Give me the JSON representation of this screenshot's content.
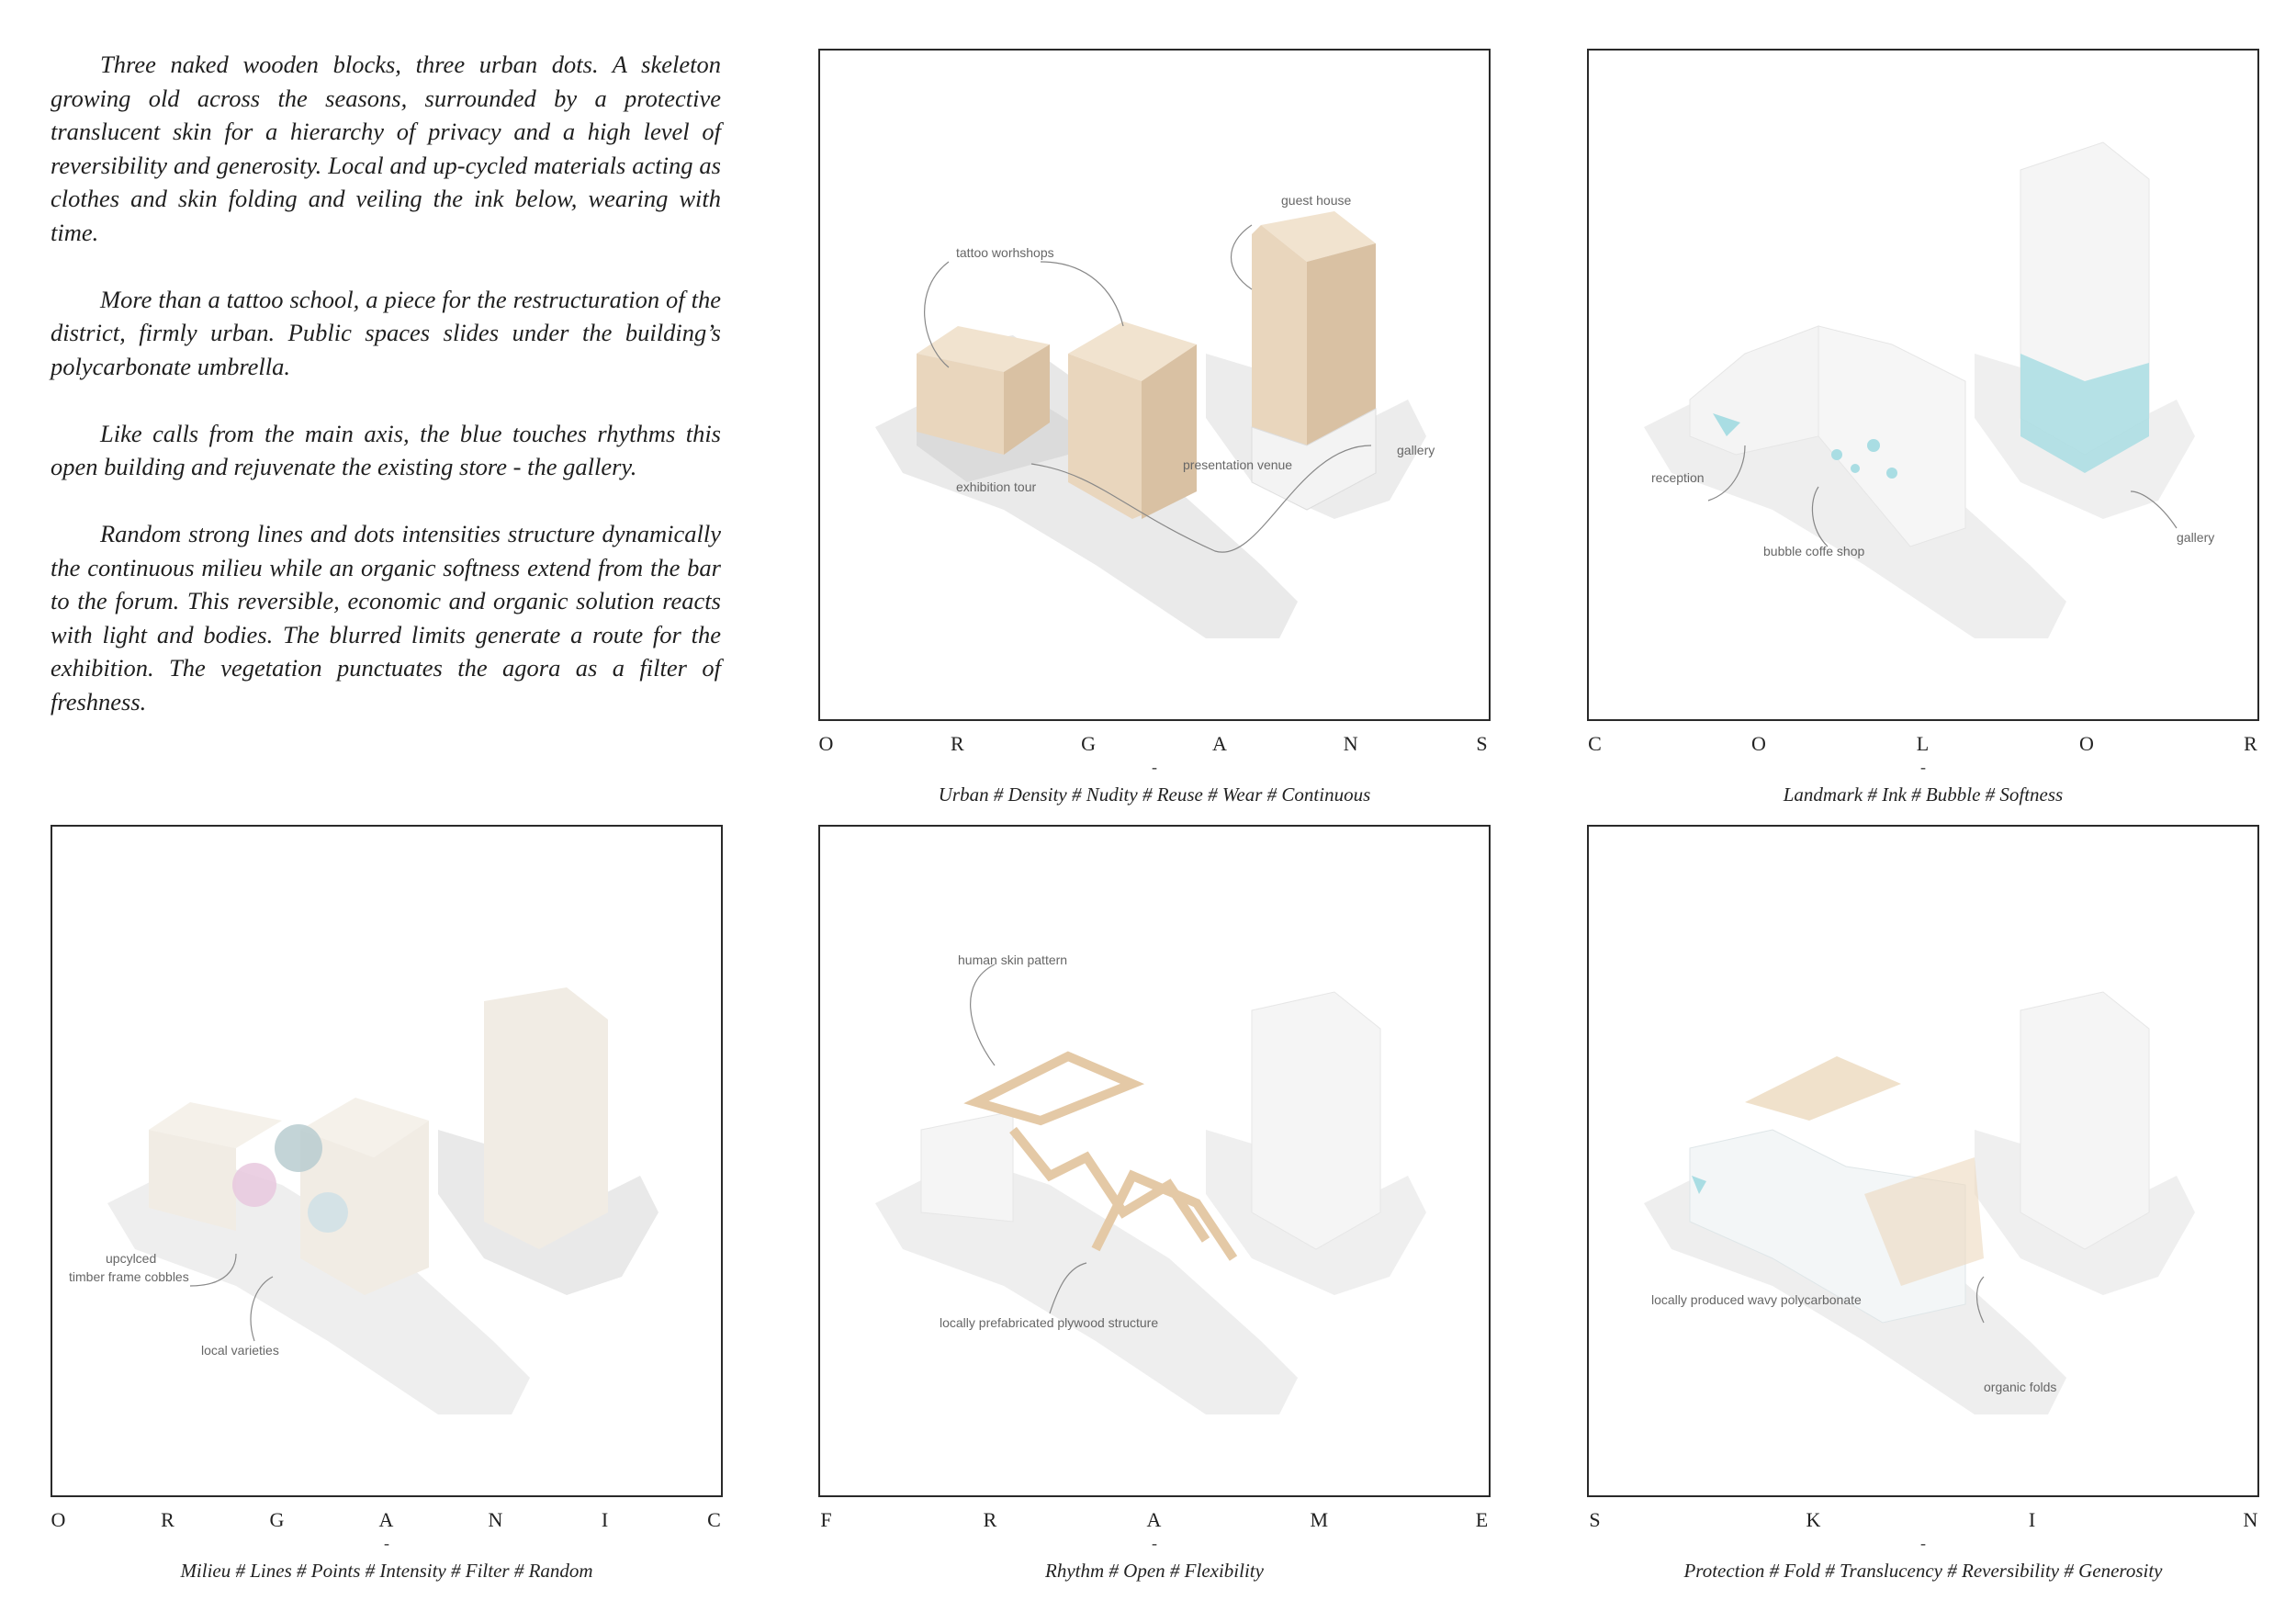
{
  "intro": {
    "paragraphs": [
      "Three naked wooden blocks, three urban dots. A skeleton growing old across the seasons, surrounded by a protective translucent skin for a hierarchy of privacy and a high level of reversibility and generosity. Local and up-cycled materials acting as clothes and skin folding and veiling the ink below, wearing with time.",
      "More than a tattoo school, a piece for the restructuration of the district, firmly urban. Public spaces slides under the building’s polycarbonate umbrella.",
      "Like calls from the main axis, the blue touches rhythms this open building and rejuvenate the existing store - the gallery.",
      "Random strong lines and dots intensities structure dynamically the continuous milieu while an organic softness extend from the bar to the forum. This reversible, economic and organic solution reacts with light and bodies. The blurred limits generate a route for the exhibition. The vegetation punctuates the agora as a filter of freshness."
    ]
  },
  "colors": {
    "wood": "#e9d6bd",
    "wood_dark": "#d9c1a3",
    "ground": "#eaeaea",
    "ghost": "#f1f1f1",
    "blue": "#a9dde3",
    "frame": "#2a2a2a"
  },
  "panels": [
    {
      "id": "organs",
      "letters": [
        "O",
        "R",
        "G",
        "A",
        "N",
        "S"
      ],
      "dash": "-",
      "keywords": "Urban # Density # Nudity # Reuse # Wear # Continuous",
      "labels": [
        "tattoo worhshops",
        "guest house",
        "exhibition tour",
        "presentation venue",
        "gallery"
      ]
    },
    {
      "id": "color",
      "letters": [
        "C",
        "O",
        "L",
        "O",
        "R"
      ],
      "dash": "-",
      "keywords": "Landmark # Ink # Bubble # Softness",
      "labels": [
        "reception",
        "bubble coffe shop",
        "gallery"
      ]
    },
    {
      "id": "organic",
      "letters": [
        "O",
        "R",
        "G",
        "A",
        "N",
        "I",
        "C"
      ],
      "dash": "-",
      "keywords": "Milieu # Lines # Points # Intensity # Filter # Random",
      "labels": [
        "upcylced",
        "timber frame cobbles",
        "local varieties"
      ]
    },
    {
      "id": "frame",
      "letters": [
        "F",
        "R",
        "A",
        "M",
        "E"
      ],
      "dash": "-",
      "keywords": "Rhythm # Open # Flexibility",
      "labels": [
        "human skin pattern",
        "locally prefabricated plywood structure"
      ]
    },
    {
      "id": "skin",
      "letters": [
        "S",
        "K",
        "I",
        "N"
      ],
      "dash": "-",
      "keywords": "Protection # Fold # Translucency # Reversibility # Generosity",
      "labels": [
        "locally produced wavy polycarbonate",
        "organic folds"
      ]
    }
  ]
}
